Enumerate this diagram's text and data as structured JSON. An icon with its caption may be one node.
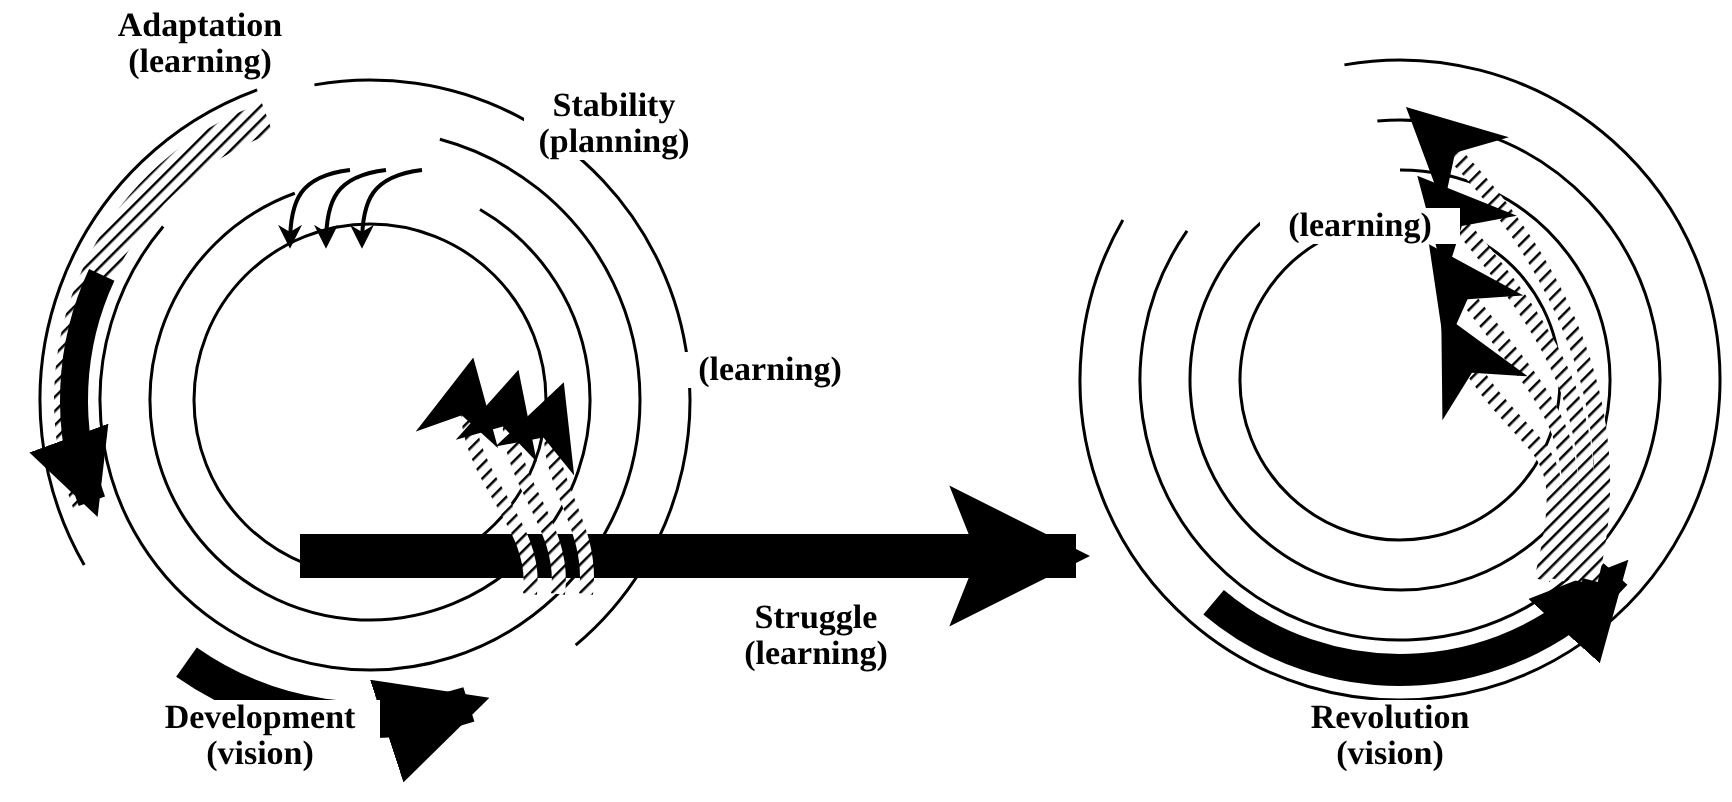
{
  "diagram": {
    "nodes": [
      {
        "text": [],
        "shape": "circle"
      },
      {
        "text": [],
        "shape": "circle"
      }
    ],
    "edges": [
      {
        "from": 0,
        "to": 1,
        "arrow": "to",
        "label": "Struggle (learning)"
      }
    ],
    "labels": [
      "Adaptation (learning)",
      "Stability (planning)",
      "(learning)",
      "(learning)",
      "Development (vision)",
      "Revolution (vision)"
    ]
  }
}
